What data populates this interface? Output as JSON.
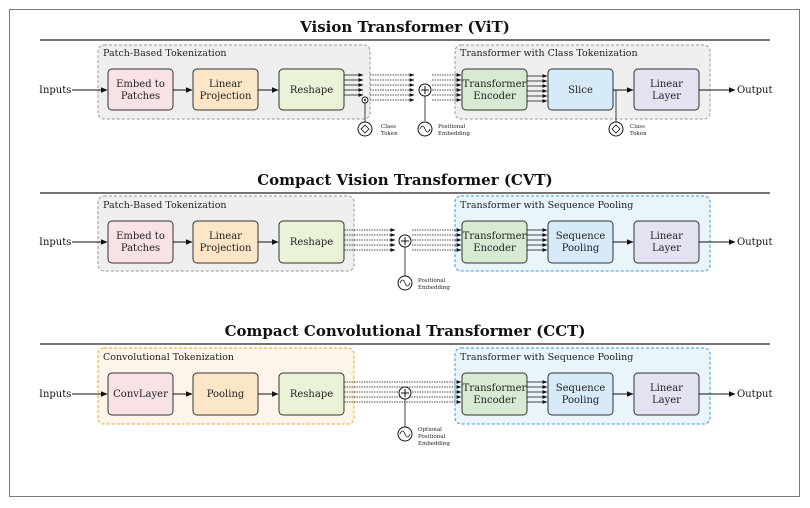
{
  "colors": {
    "embed": "#f8e2e6",
    "linear_proj": "#fbe6c8",
    "reshape": "#eaf3d5",
    "encoder": "#d9ead2",
    "slice": "#d6ebf7",
    "seq_pool": "#d6ebf7",
    "linear_layer": "#e3e2f1",
    "convlayer": "#f8e2e6",
    "pooling": "#fbe6c8",
    "gray_group": "#efefef",
    "blue_group": "#eaf4fb",
    "orange_group": "#fdf5ea",
    "blue_dash": "#3c9ad6",
    "orange_dash": "#f0a51c"
  },
  "vit": {
    "title": "Vision Transformer (ViT)",
    "group_left": "Patch-Based Tokenization",
    "group_right": "Transformer with Class Tokenization",
    "inputs": "Inputs",
    "output": "Output",
    "blocks": {
      "embed": [
        "Embed to",
        "Patches"
      ],
      "linear_proj": [
        "Linear",
        "Projection"
      ],
      "reshape": "Reshape",
      "encoder": [
        "Transformer",
        "Encoder"
      ],
      "slice": "Slice",
      "linear_layer": [
        "Linear",
        "Layer"
      ]
    },
    "class_token_1": [
      "Class",
      "Token"
    ],
    "positional": [
      "Positional",
      "Embedding"
    ],
    "class_token_2": [
      "Class",
      "Token"
    ]
  },
  "cvt": {
    "title": "Compact Vision Transformer (CVT)",
    "group_left": "Patch-Based Tokenization",
    "group_right": "Transformer with Sequence Pooling",
    "inputs": "Inputs",
    "output": "Output",
    "blocks": {
      "embed": [
        "Embed to",
        "Patches"
      ],
      "linear_proj": [
        "Linear",
        "Projection"
      ],
      "reshape": "Reshape",
      "encoder": [
        "Transformer",
        "Encoder"
      ],
      "seq_pool": [
        "Sequence",
        "Pooling"
      ],
      "linear_layer": [
        "Linear",
        "Layer"
      ]
    },
    "positional": [
      "Positional",
      "Embedding"
    ]
  },
  "cct": {
    "title": "Compact Convolutional Transformer (CCT)",
    "group_left": "Convolutional Tokenization",
    "group_right": "Transformer with Sequence Pooling",
    "inputs": "Inputs",
    "output": "Output",
    "blocks": {
      "convlayer": "ConvLayer",
      "pooling": "Pooling",
      "reshape": "Reshape",
      "encoder": [
        "Transformer",
        "Encoder"
      ],
      "seq_pool": [
        "Sequence",
        "Pooling"
      ],
      "linear_layer": [
        "Linear",
        "Layer"
      ]
    },
    "positional": [
      "Optional",
      "Positional",
      "Embedding"
    ]
  }
}
